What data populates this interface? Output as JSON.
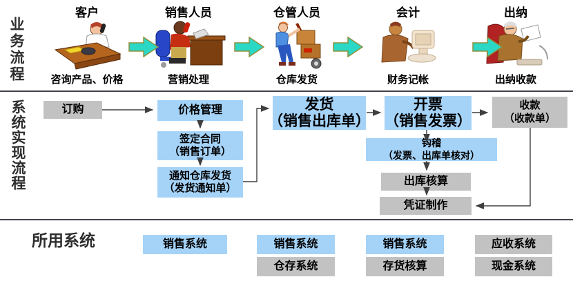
{
  "side_labels": {
    "business_flow": "业务流程",
    "system_flow": "系统实现流程",
    "systems_used": "所用系统"
  },
  "roles": [
    {
      "title": "客户",
      "caption": "咨询产品、价格",
      "icon": "customer-phone-clipart"
    },
    {
      "title": "销售人员",
      "caption": "营销处理",
      "icon": "salesperson-clipart"
    },
    {
      "title": "仓管人员",
      "caption": "仓库发货",
      "icon": "warehouse-worker-clipart"
    },
    {
      "title": "会计",
      "caption": "财务记帐",
      "icon": "accountant-clipart"
    },
    {
      "title": "出纳",
      "caption": "出纳收款",
      "icon": "cashier-clipart"
    }
  ],
  "flow": {
    "order": {
      "label": "订购"
    },
    "price": {
      "label": "价格管理"
    },
    "contract": {
      "label": "签定合同",
      "sub": "（销售订单）"
    },
    "notify": {
      "label": "通知仓库发货",
      "sub": "（发货通知单）"
    },
    "ship": {
      "label": "发货",
      "sub": "（销售出库单）"
    },
    "invoice": {
      "label": "开票",
      "sub": "（销售发票）"
    },
    "receipt": {
      "label": "收款",
      "sub": "（收款单）"
    },
    "reconcile": {
      "label": "钩稽",
      "sub": "（发票、出库单核对）"
    },
    "stock_acct": {
      "label": "出库核算"
    },
    "voucher": {
      "label": "凭证制作"
    }
  },
  "systems": [
    [
      "销售系统"
    ],
    [
      "销售系统",
      "仓存系统"
    ],
    [
      "销售系统",
      "存货核算"
    ],
    [
      "应收系统",
      "现金系统"
    ]
  ],
  "colors": {
    "node_blue": "#A5D3F8",
    "node_gray": "#C2C2C2",
    "arrow_fill": "#2AD8C5",
    "arrow_stroke": "#8F8F3C",
    "connector": "#3F3F3F",
    "divider": "#43434B",
    "label_color": "#2E2E2E"
  }
}
